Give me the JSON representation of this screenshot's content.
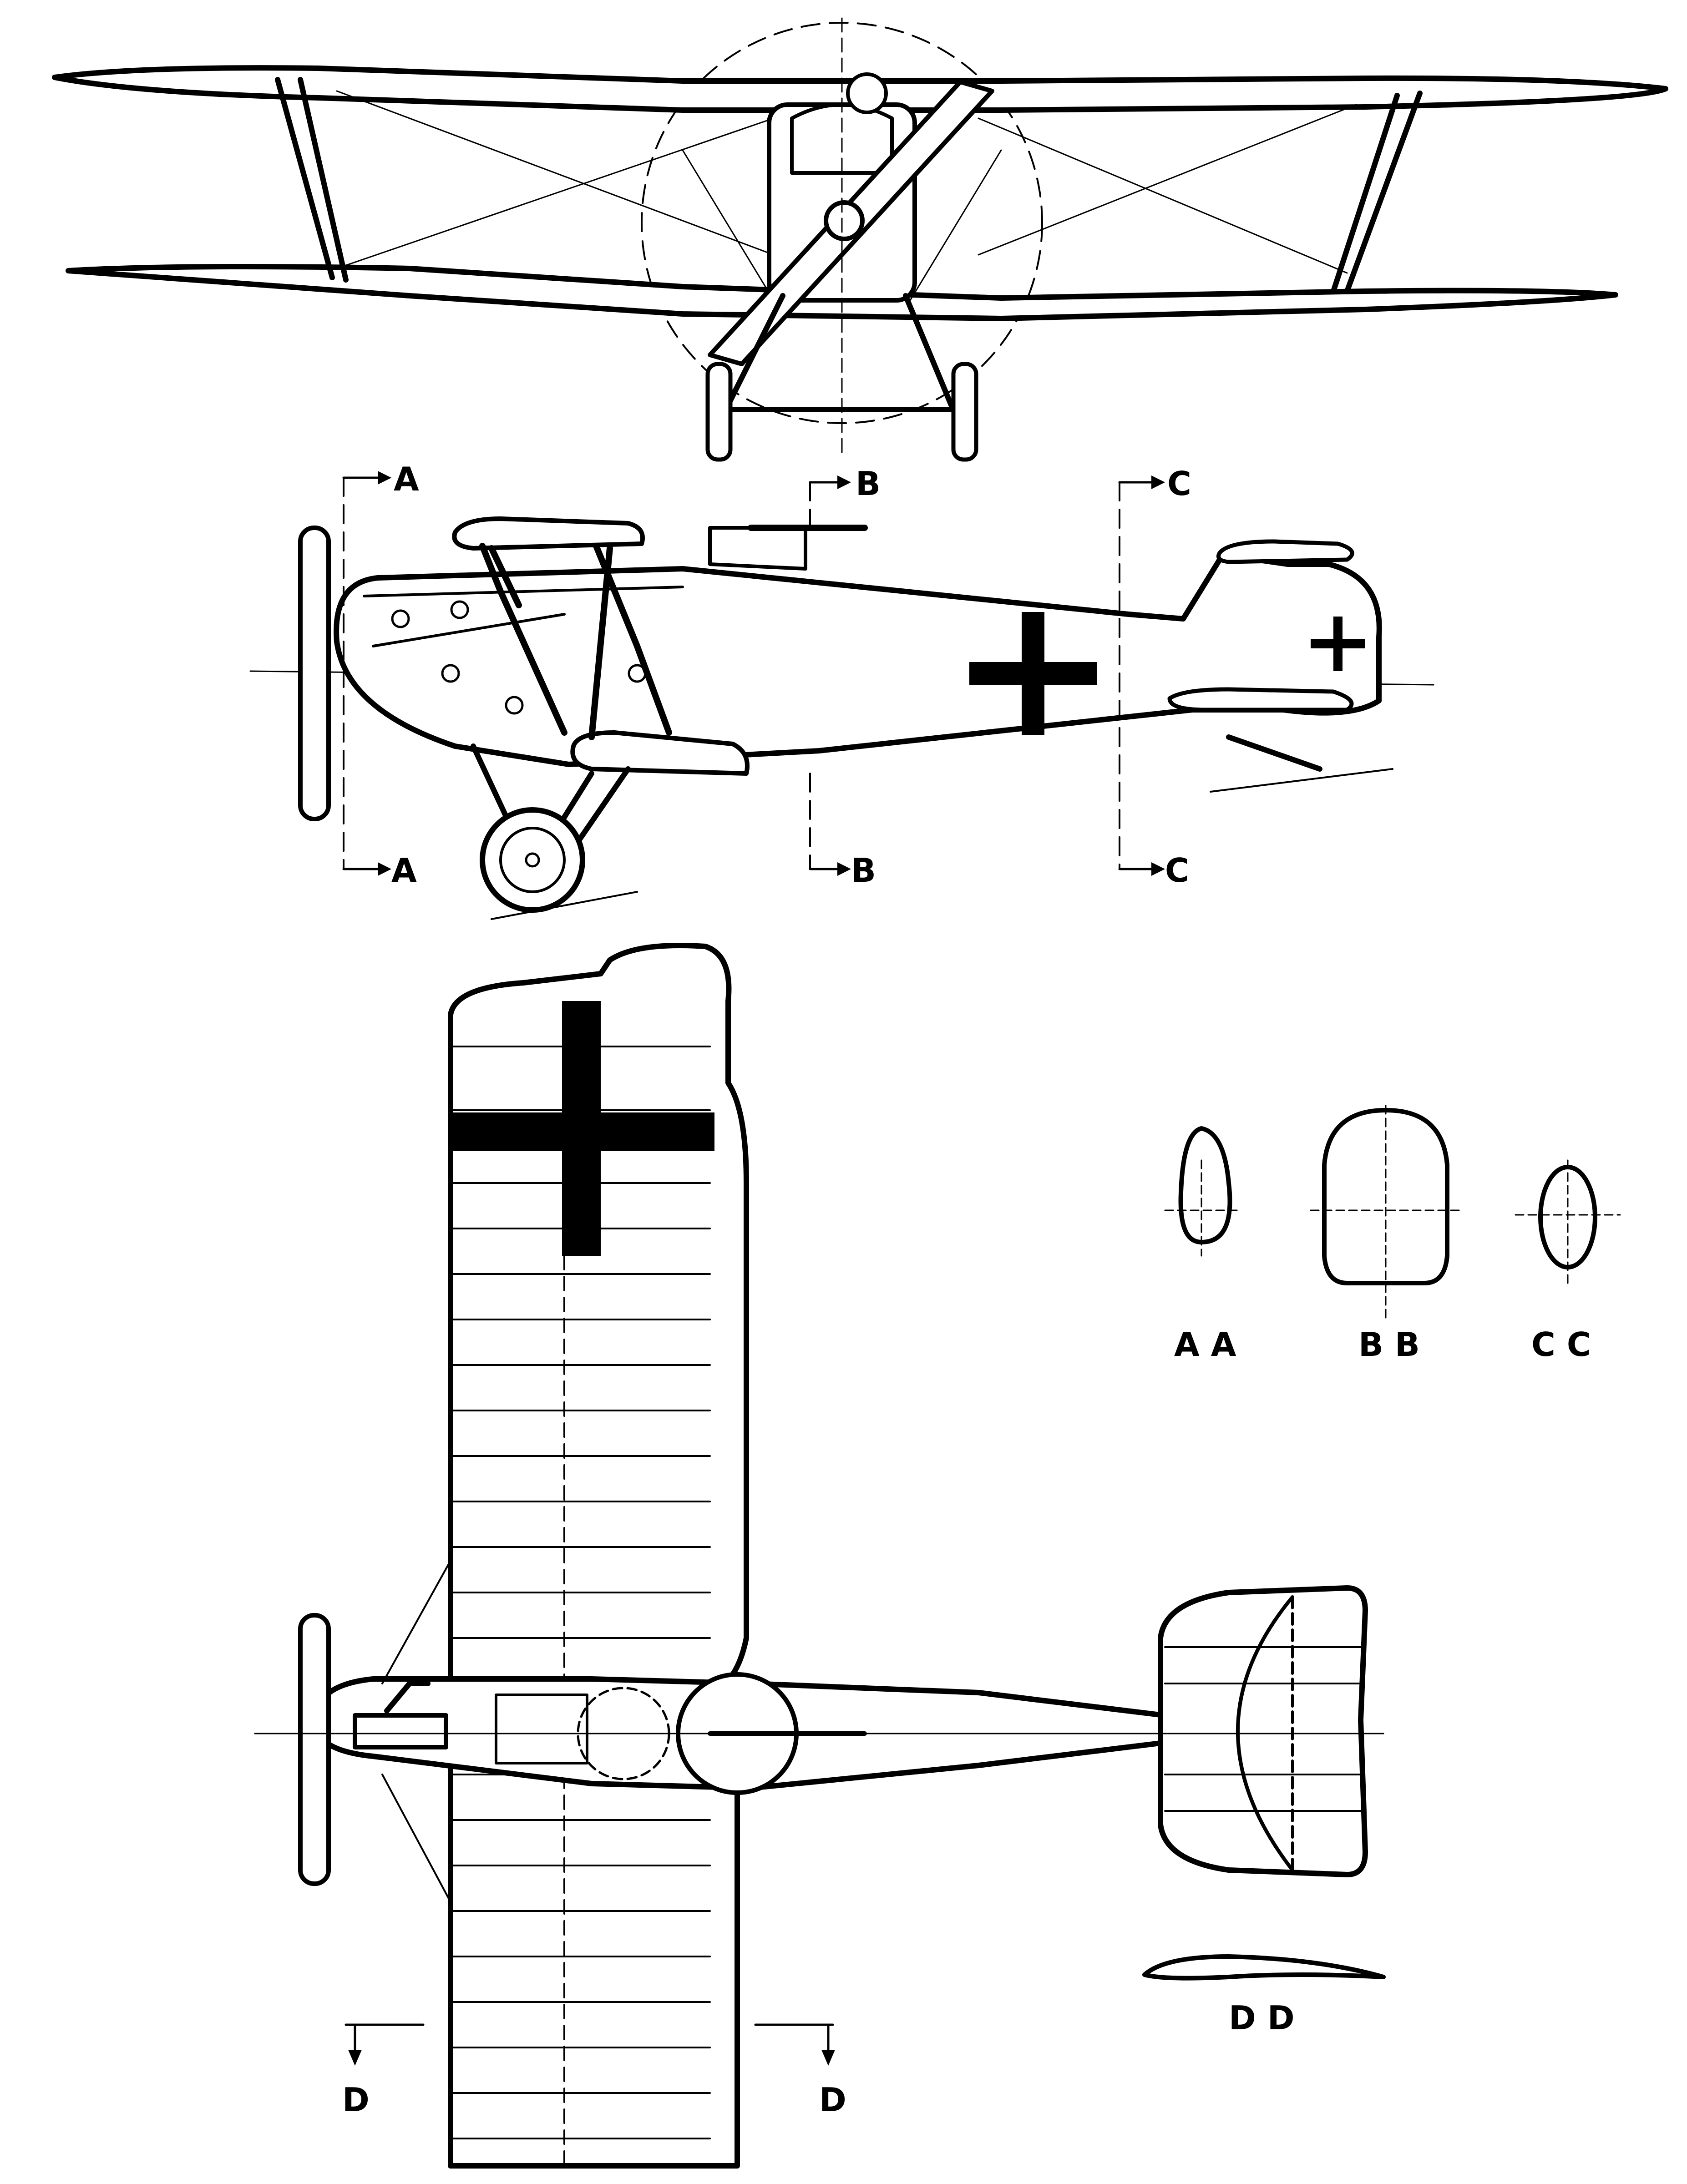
{
  "section_markers": {
    "a_top": "A",
    "a_bottom": "A",
    "b_top": "B",
    "b_bottom": "B",
    "c_top": "C",
    "c_bottom": "C",
    "d_left": "D",
    "d_right": "D"
  },
  "section_captions": {
    "aa": "A A",
    "bb": "B B",
    "cc": "C C",
    "dd": "D D"
  },
  "colors": {
    "ink": "#000000",
    "paper": "#ffffff"
  }
}
